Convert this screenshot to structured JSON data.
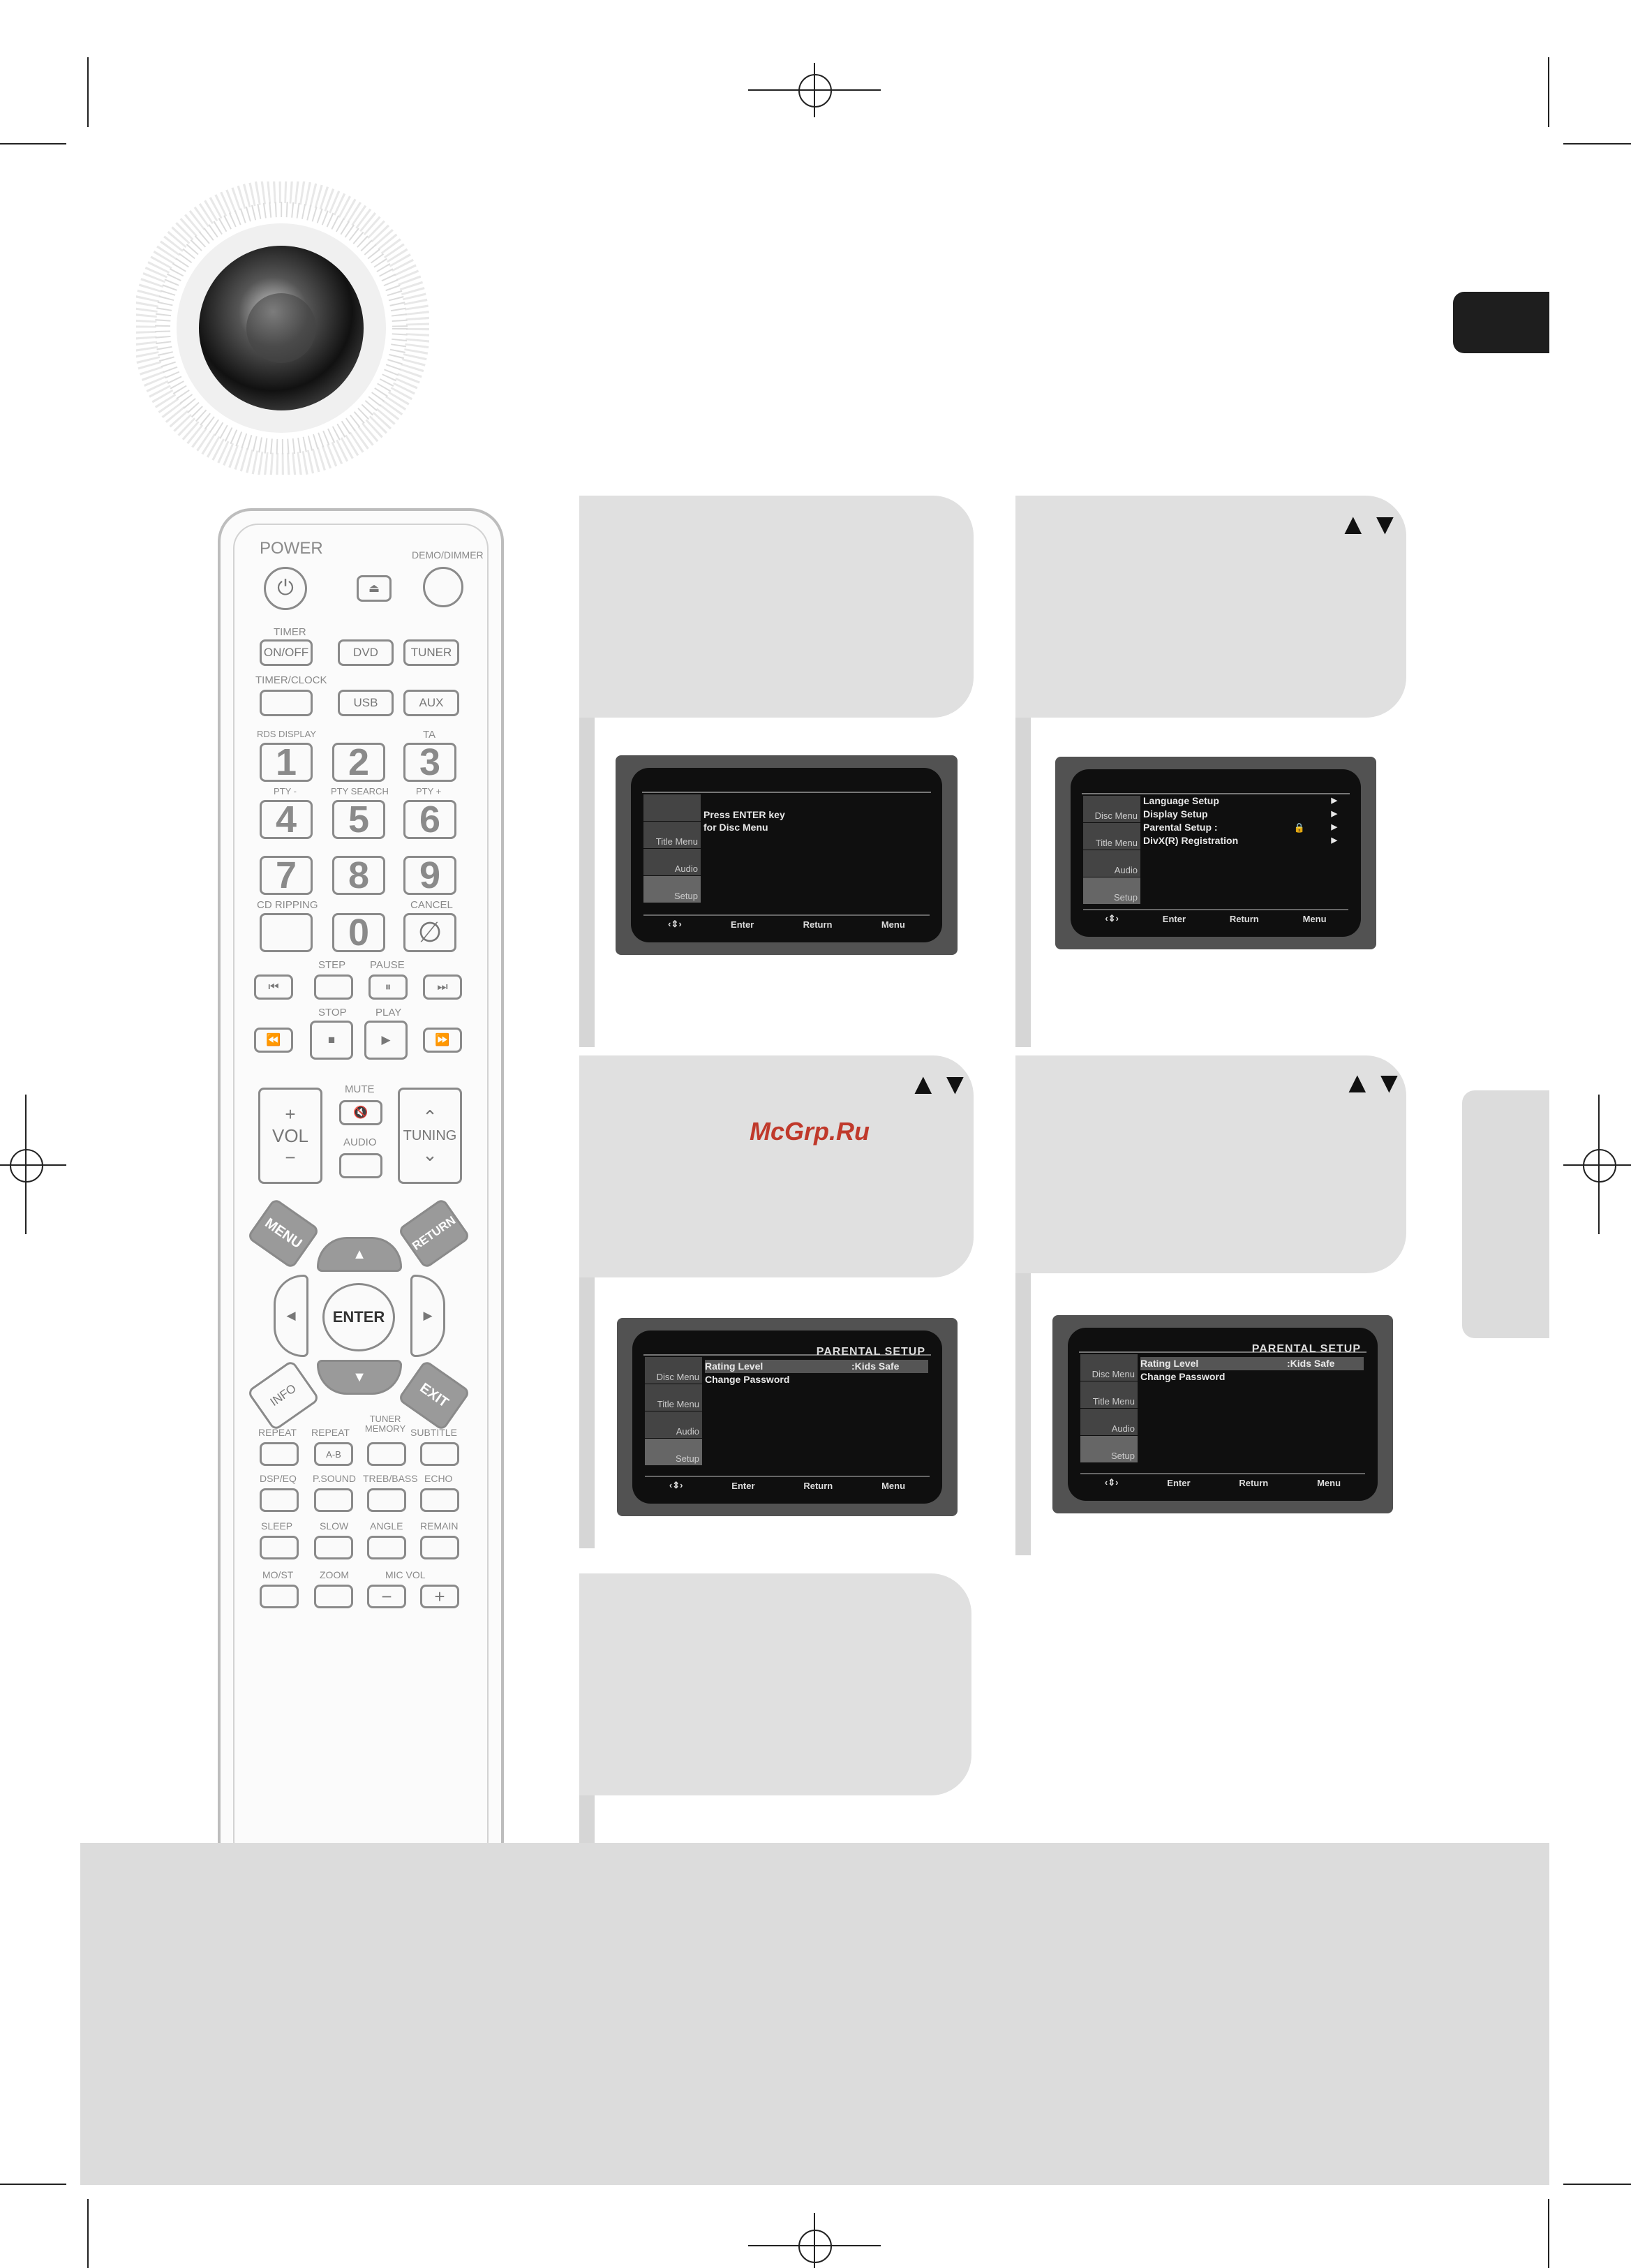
{
  "remote": {
    "power": "POWER",
    "demo_dimmer": "DEMO/DIMMER",
    "timer": "TIMER",
    "on_off": "ON/OFF",
    "dvd": "DVD",
    "tuner": "TUNER",
    "timer_clock": "TIMER/CLOCK",
    "usb": "USB",
    "aux": "AUX",
    "rds_display": "RDS DISPLAY",
    "ta": "TA",
    "pty_minus": "PTY -",
    "pty_search": "PTY SEARCH",
    "pty_plus": "PTY +",
    "cd_ripping": "CD RIPPING",
    "cancel": "CANCEL",
    "step": "STEP",
    "pause": "PAUSE",
    "stop": "STOP",
    "play": "PLAY",
    "mute": "MUTE",
    "vol": "VOL",
    "audio": "AUDIO",
    "tuning": "TUNING",
    "menu": "MENU",
    "return": "RETURN",
    "enter": "ENTER",
    "info": "INFO",
    "exit": "EXIT",
    "repeat": "REPEAT",
    "repeat_ab": "REPEAT",
    "ab": "A-B",
    "tuner_memory": "TUNER MEMORY",
    "subtitle": "SUBTITLE",
    "dsp_eq": "DSP/EQ",
    "p_sound": "P.SOUND",
    "treb_bass": "TREB/BASS",
    "echo": "ECHO",
    "sleep": "SLEEP",
    "slow": "SLOW",
    "angle": "ANGLE",
    "remain": "REMAIN",
    "mo_st": "MO/ST",
    "zoom": "ZOOM",
    "mic_vol": "MIC VOL",
    "digits": [
      "1",
      "2",
      "3",
      "4",
      "5",
      "6",
      "7",
      "8",
      "9",
      "0"
    ]
  },
  "screen1": {
    "message_line1": "Press ENTER key",
    "message_line2": "for Disc Menu"
  },
  "screen2": {
    "items": [
      "Language Setup",
      "Display Setup",
      "Parental Setup :",
      "DivX(R) Registration"
    ]
  },
  "screen3": {
    "title": "PARENTAL SETUP",
    "rating_label": "Rating Level",
    "rating_value": ":Kids Safe",
    "change_password": "Change Password"
  },
  "screen4": {
    "title": "PARENTAL SETUP",
    "rating_label": "Rating Level",
    "rating_value": ":Kids Safe",
    "change_password": "Change Password"
  },
  "tv_common": {
    "side_disc": "Disc Menu",
    "side_title": "Title Menu",
    "side_audio": "Audio",
    "side_setup": "Setup",
    "enter": "Enter",
    "return": "Return",
    "menu": "Menu"
  },
  "watermark": "McGrp.Ru"
}
